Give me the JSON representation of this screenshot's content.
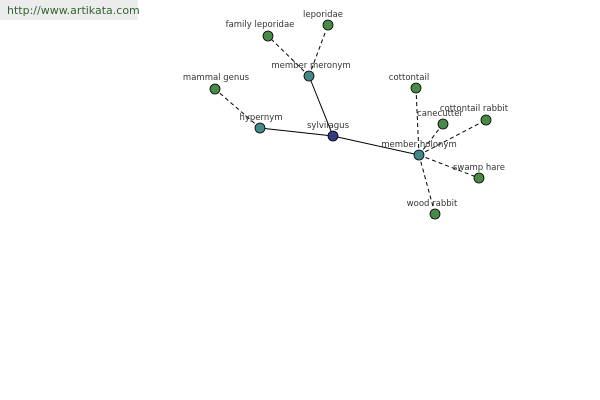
{
  "header": {
    "url": "http://www.artikata.com"
  },
  "colors": {
    "center": "#333a80",
    "relation": "#448888",
    "leaf": "#4a8a48"
  },
  "graph": {
    "nodes": [
      {
        "id": "sylvilagus",
        "label": "sylvilagus",
        "kind": "center"
      },
      {
        "id": "hypernym",
        "label": "hypernym",
        "kind": "relation"
      },
      {
        "id": "member-meronym",
        "label": "member meronym",
        "kind": "relation"
      },
      {
        "id": "member-holonym",
        "label": "member holonym",
        "kind": "relation"
      },
      {
        "id": "mammal-genus",
        "label": "mammal genus",
        "kind": "leaf"
      },
      {
        "id": "family-leporidae",
        "label": "family leporidae",
        "kind": "leaf"
      },
      {
        "id": "leporidae",
        "label": "leporidae",
        "kind": "leaf"
      },
      {
        "id": "cottontail",
        "label": "cottontail",
        "kind": "leaf"
      },
      {
        "id": "canecutter",
        "label": "canecutter",
        "kind": "leaf"
      },
      {
        "id": "cottontail-rabbit",
        "label": "cottontail rabbit",
        "kind": "leaf"
      },
      {
        "id": "swamp-hare",
        "label": "swamp hare",
        "kind": "leaf"
      },
      {
        "id": "wood-rabbit",
        "label": "wood rabbit",
        "kind": "leaf"
      }
    ],
    "edges": [
      {
        "from": "sylvilagus",
        "to": "hypernym",
        "style": "solid"
      },
      {
        "from": "sylvilagus",
        "to": "member-meronym",
        "style": "solid"
      },
      {
        "from": "sylvilagus",
        "to": "member-holonym",
        "style": "solid"
      },
      {
        "from": "hypernym",
        "to": "mammal-genus",
        "style": "dashed"
      },
      {
        "from": "member-meronym",
        "to": "family-leporidae",
        "style": "dashed"
      },
      {
        "from": "member-meronym",
        "to": "leporidae",
        "style": "dashed"
      },
      {
        "from": "member-holonym",
        "to": "cottontail",
        "style": "dashed"
      },
      {
        "from": "member-holonym",
        "to": "canecutter",
        "style": "dashed"
      },
      {
        "from": "member-holonym",
        "to": "cottontail-rabbit",
        "style": "dashed"
      },
      {
        "from": "member-holonym",
        "to": "swamp-hare",
        "style": "dashed"
      },
      {
        "from": "member-holonym",
        "to": "wood-rabbit",
        "style": "dashed"
      }
    ]
  }
}
